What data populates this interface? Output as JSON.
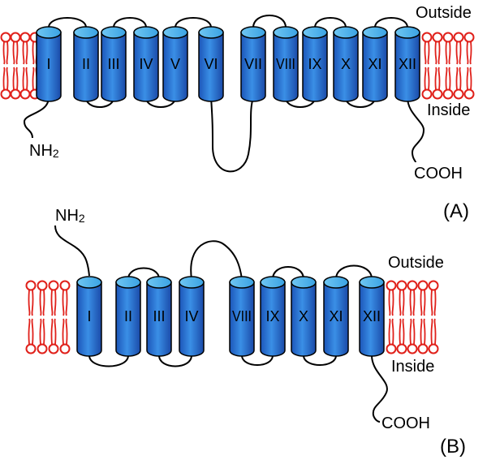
{
  "panels": [
    {
      "label": "(A)",
      "outside_label": "Outside",
      "inside_label": "Inside",
      "n_terminus": "NH2",
      "c_terminus": "COOH",
      "helices": [
        "I",
        "II",
        "III",
        "IV",
        "V",
        "VI",
        "VII",
        "VIII",
        "IX",
        "X",
        "XI",
        "XII"
      ]
    },
    {
      "label": "(B)",
      "outside_label": "Outside",
      "inside_label": "Inside",
      "n_terminus": "NH2",
      "c_terminus": "COOH",
      "helices": [
        "I",
        "II",
        "III",
        "IV",
        "VIII",
        "IX",
        "X",
        "XI",
        "XII"
      ]
    }
  ],
  "colors": {
    "helix_dark": "#1f5fc4",
    "helix_light": "#5ab8ee",
    "lipid": "#e0201a",
    "loop": "#000000"
  }
}
